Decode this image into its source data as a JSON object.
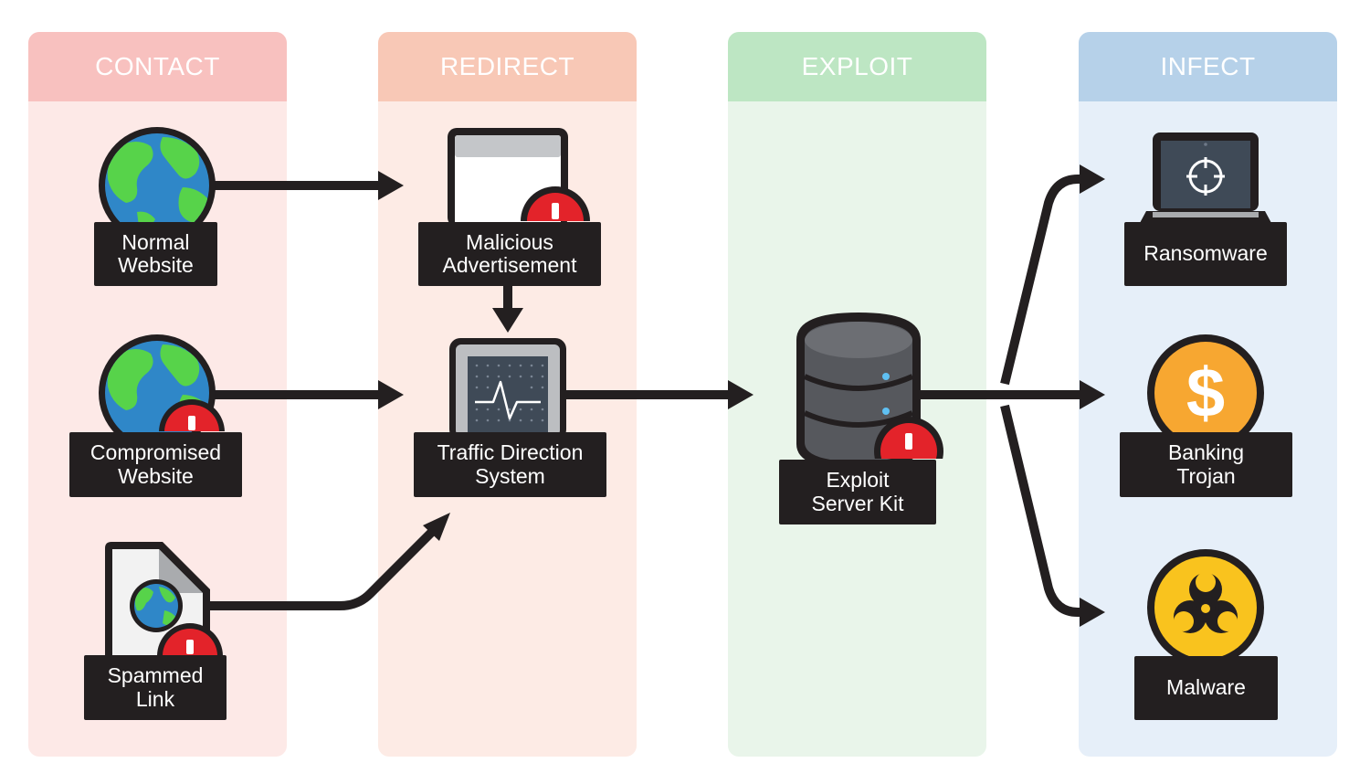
{
  "columns": [
    {
      "header": "CONTACT",
      "color": "#f8c1bf",
      "bg": "#fde9e7"
    },
    {
      "header": "REDIRECT",
      "color": "#f8c8b6",
      "bg": "#fdebe5"
    },
    {
      "header": "EXPLOIT",
      "color": "#bde6c3",
      "bg": "#e9f5ea"
    },
    {
      "header": "INFECT",
      "color": "#b6d1e9",
      "bg": "#e6eff9"
    }
  ],
  "nodes": {
    "normal_website": {
      "label": "Normal\nWebsite",
      "icon": "globe-icon"
    },
    "compromised_website": {
      "label": "Compromised\nWebsite",
      "icon": "globe-icon",
      "warning": true
    },
    "spammed_link": {
      "label": "Spammed\nLink",
      "icon": "document-globe-icon",
      "warning": true
    },
    "malicious_advertisement": {
      "label": "Malicious\nAdvertisement",
      "icon": "browser-window-icon",
      "warning": true
    },
    "traffic_direction_system": {
      "label": "Traffic Direction\nSystem",
      "icon": "monitor-pulse-icon"
    },
    "exploit_server_kit": {
      "label": "Exploit\nServer Kit",
      "icon": "database-server-icon",
      "warning": true
    },
    "ransomware": {
      "label": "Ransomware",
      "icon": "laptop-crosshair-icon"
    },
    "banking_trojan": {
      "label": "Banking\nTrojan",
      "icon": "dollar-coin-icon"
    },
    "malware": {
      "label": "Malware",
      "icon": "biohazard-icon"
    }
  },
  "edges": [
    [
      "normal_website",
      "malicious_advertisement"
    ],
    [
      "compromised_website",
      "traffic_direction_system"
    ],
    [
      "spammed_link",
      "traffic_direction_system"
    ],
    [
      "malicious_advertisement",
      "traffic_direction_system"
    ],
    [
      "traffic_direction_system",
      "exploit_server_kit"
    ],
    [
      "exploit_server_kit",
      "ransomware"
    ],
    [
      "exploit_server_kit",
      "banking_trojan"
    ],
    [
      "exploit_server_kit",
      "malware"
    ]
  ],
  "colors": {
    "dark": "#231f20",
    "globe_ocean": "#2f87c8",
    "globe_land": "#57d34a",
    "warning_red": "#e3232a",
    "coin_orange": "#f7a731",
    "coin_yellow": "#f9c31e",
    "server_gray": "#56585d"
  }
}
